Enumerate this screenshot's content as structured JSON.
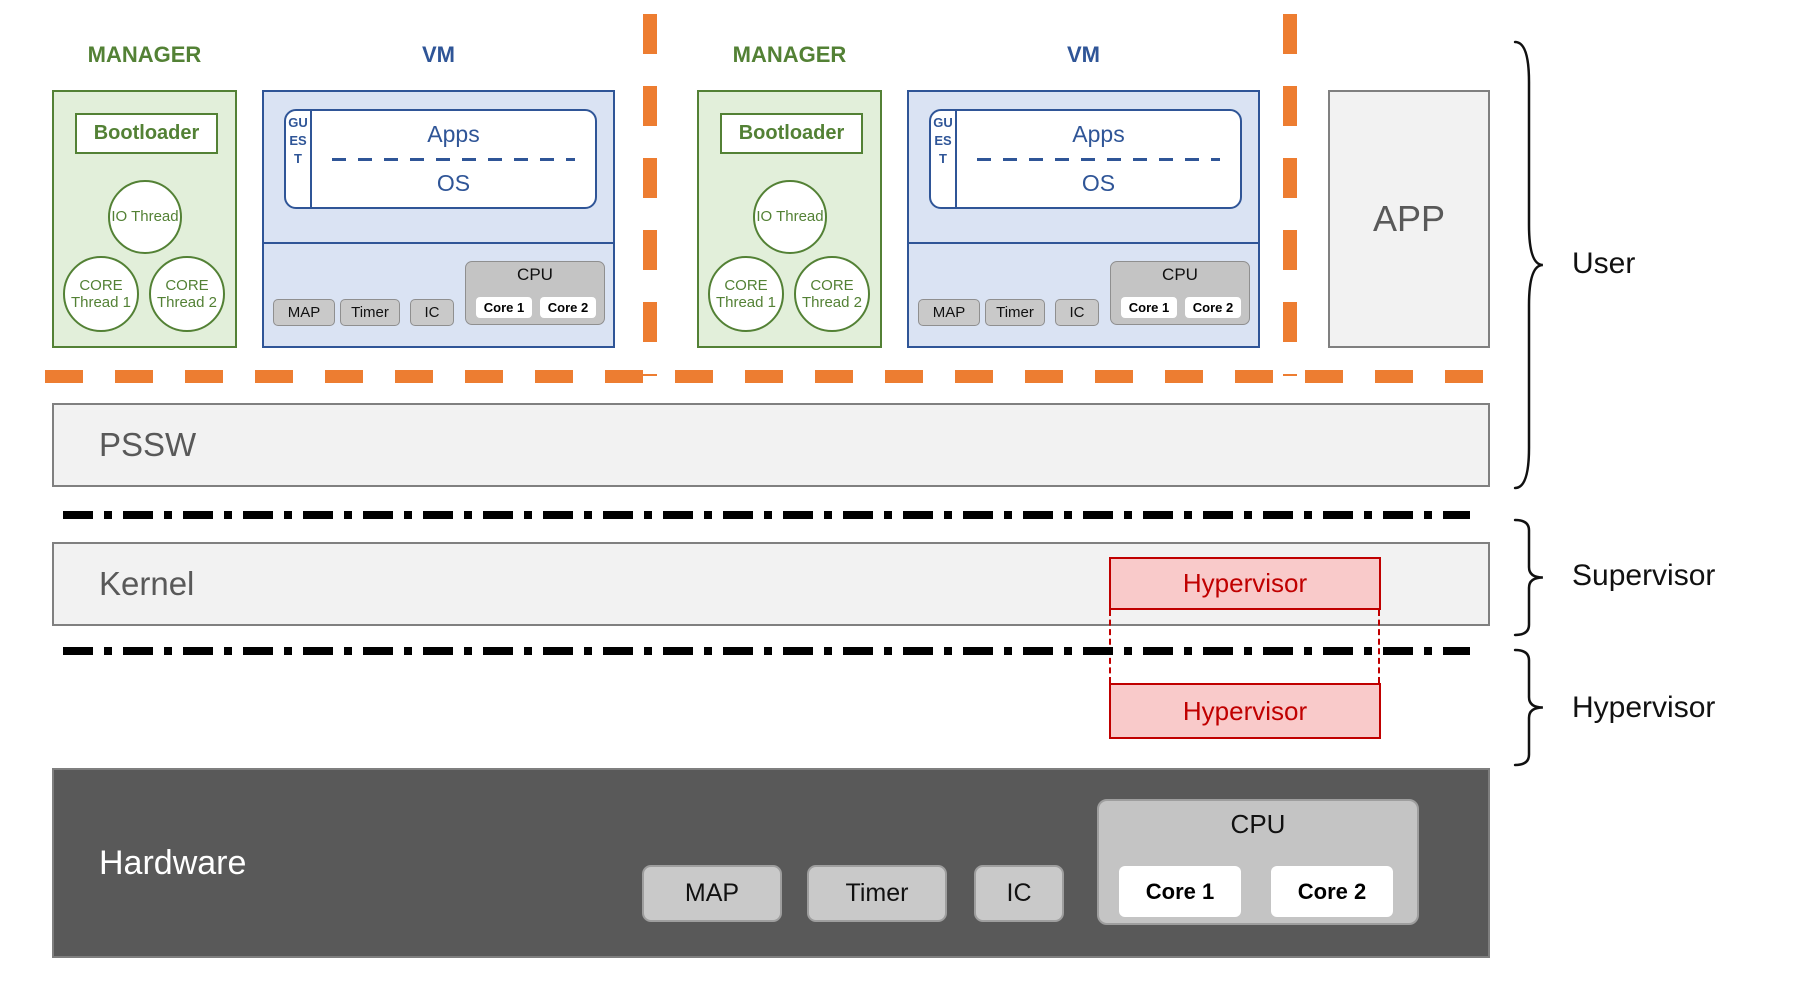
{
  "colors": {
    "manager_green": "#538135",
    "manager_fill": "#e2efda",
    "vm_blue": "#2f5597",
    "vm_fill": "#dae3f3",
    "divider_orange": "#ed7d31",
    "hypervisor_red": "#c00000",
    "hypervisor_fill": "#f9caca",
    "bar_fill": "#f2f2f2",
    "hardware_gray": "#595959"
  },
  "groups": [
    {
      "manager": {
        "title": "MANAGER",
        "bootloader": "Bootloader",
        "io_thread": "IO Thread",
        "core_thread_1": "CORE Thread 1",
        "core_thread_2": "CORE Thread 2"
      },
      "vm": {
        "title": "VM",
        "guest": "GUEST",
        "apps": "Apps",
        "os": "OS",
        "chips": [
          "MAP",
          "Timer",
          "IC"
        ],
        "cpu": {
          "label": "CPU",
          "cores": [
            "Core 1",
            "Core 2"
          ]
        }
      }
    },
    {
      "manager": {
        "title": "MANAGER",
        "bootloader": "Bootloader",
        "io_thread": "IO Thread",
        "core_thread_1": "CORE Thread 1",
        "core_thread_2": "CORE Thread 2"
      },
      "vm": {
        "title": "VM",
        "guest": "GUEST",
        "apps": "Apps",
        "os": "OS",
        "chips": [
          "MAP",
          "Timer",
          "IC"
        ],
        "cpu": {
          "label": "CPU",
          "cores": [
            "Core 1",
            "Core 2"
          ]
        }
      }
    }
  ],
  "app_box": {
    "label": "APP"
  },
  "pssw": {
    "label": "PSSW"
  },
  "kernel": {
    "label": "Kernel"
  },
  "hypervisor_boxes": [
    {
      "label": "Hypervisor"
    },
    {
      "label": "Hypervisor"
    }
  ],
  "hardware": {
    "label": "Hardware",
    "chips": [
      "MAP",
      "Timer",
      "IC"
    ],
    "cpu": {
      "label": "CPU",
      "cores": [
        "Core 1",
        "Core 2"
      ]
    }
  },
  "sections": [
    {
      "label": "User"
    },
    {
      "label": "Supervisor"
    },
    {
      "label": "Hypervisor"
    }
  ]
}
